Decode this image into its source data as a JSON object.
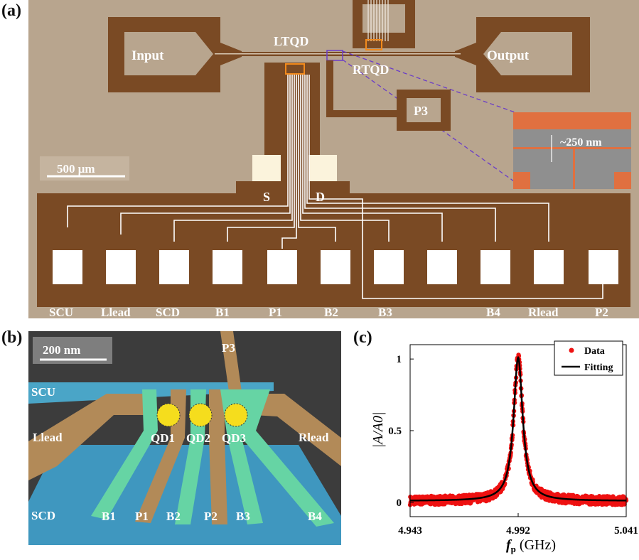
{
  "figure": {
    "panel_labels": {
      "a": "(a)",
      "b": "(b)",
      "c": "(c)"
    }
  },
  "panel_a": {
    "labels": {
      "input": "Input",
      "output": "Output",
      "ltqd": "LTQD",
      "rtqd": "RTQD",
      "p3": "P3",
      "s": "S",
      "d": "D",
      "scale_bar": "500 μm",
      "inset_dim": "~250 nm"
    },
    "pads": [
      "SCU",
      "Llead",
      "SCD",
      "B1",
      "P1",
      "B2",
      "B3",
      "B4",
      "Rlead",
      "P2"
    ],
    "colors": {
      "background": "#b8a58e",
      "metal": "#7a4a24",
      "wire": "#ffffff"
    }
  },
  "panel_b": {
    "labels": {
      "scale_bar": "200 nm",
      "p3": "P3",
      "scu": "SCU",
      "llead": "Llead",
      "rlead": "Rlead",
      "scd": "SCD",
      "qd1": "QD1",
      "qd2": "QD2",
      "qd3": "QD3"
    },
    "bottom_gates": [
      "B1",
      "P1",
      "B2",
      "P2",
      "B3",
      "B4"
    ],
    "colors": {
      "blue": "#4aa5c7",
      "green": "#66d4a4",
      "tan": "#b28a58",
      "dot": "#f5dd1d"
    }
  },
  "chart_data": {
    "type": "scatter",
    "xlabel_symbol": "f",
    "xlabel_sub": "p",
    "xlabel_unit": " (GHz)",
    "ylabel": "|A/A0|",
    "x_ticks": [
      "4.943",
      "4.992",
      "5.041"
    ],
    "y_ticks": [
      "0",
      "0.5",
      "1"
    ],
    "xlim": [
      4.943,
      5.041
    ],
    "ylim": [
      -0.1,
      1.1
    ],
    "legend": [
      "Data",
      "Fitting"
    ],
    "legend_position": "top-right",
    "series": [
      {
        "name": "Data",
        "style": "red-dots",
        "center": 4.992,
        "half_width": 0.0025,
        "peak": 1.0,
        "noise": 0.03
      },
      {
        "name": "Fitting",
        "style": "black-line",
        "center": 4.992,
        "half_width": 0.0025,
        "peak": 1.0
      }
    ],
    "colors": {
      "data": "#ee1111",
      "fit": "#000000"
    }
  }
}
